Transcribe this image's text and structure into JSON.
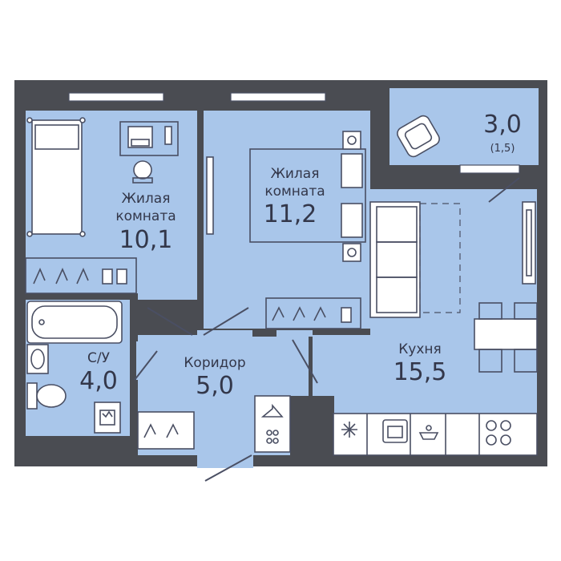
{
  "plan": {
    "colors": {
      "wall": "#4a4c52",
      "room": "#a9c6ea",
      "window": "#ffffff",
      "line": "#4a4f63",
      "text": "#33374a"
    },
    "rooms": [
      {
        "id": "living1",
        "name_line1": "Жилая",
        "name_line2": "комната",
        "area": "10,1"
      },
      {
        "id": "living2",
        "name_line1": "Жилая",
        "name_line2": "комната",
        "area": "11,2"
      },
      {
        "id": "balcony",
        "area": "3,0",
        "area_note": "(1,5)"
      },
      {
        "id": "kitchen",
        "name_line1": "Кухня",
        "area": "15,5"
      },
      {
        "id": "bathroom",
        "name_line1": "С/У",
        "area": "4,0"
      },
      {
        "id": "corridor",
        "name_line1": "Коридор",
        "area": "5,0"
      }
    ],
    "icons": [
      "bed-icon",
      "desk-icon",
      "chair-icon",
      "armchair-icon",
      "sofa-icon",
      "tv-icon",
      "dining-table-icon",
      "bathtub-icon",
      "sink-icon",
      "toilet-icon",
      "washer-icon",
      "wardrobe-icon",
      "fridge-icon",
      "stove-icon",
      "dishwasher-icon"
    ]
  }
}
